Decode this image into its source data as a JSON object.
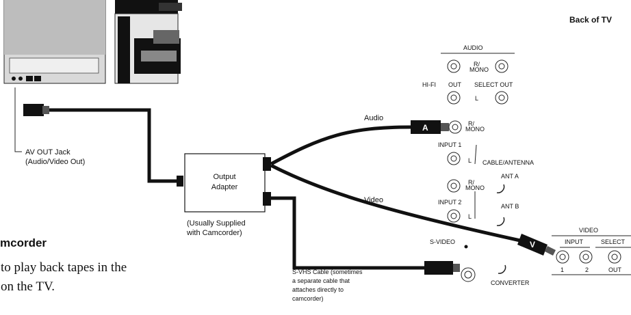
{
  "header": {
    "back_of_tv": "Back of TV"
  },
  "camcorder": {
    "av_out_line1": "AV OUT Jack",
    "av_out_line2": "(Audio/Video Out)"
  },
  "adapter": {
    "line1": "Output",
    "line2": "Adapter",
    "note_line1": "(Usually Supplied",
    "note_line2": "with Camcorder)"
  },
  "cables": {
    "audio": "Audio",
    "video": "Video",
    "audio_plug": "A",
    "video_plug": "V",
    "svhs_line1": "S-VHS Cable (sometimes",
    "svhs_line2": "a separate cable that",
    "svhs_line3": "attaches directly to",
    "svhs_line4": "camcorder)"
  },
  "tv_panel": {
    "audio": "AUDIO",
    "r_mono": "R/",
    "mono": "MONO",
    "hifi": "HI-FI",
    "out": "OUT",
    "select_out": "SELECT OUT",
    "l": "L",
    "input1": "INPUT 1",
    "input2": "INPUT 2",
    "cable_antenna": "CABLE/ANTENNA",
    "ant_a": "ANT A",
    "ant_b": "ANT B",
    "svideo": "S-VIDEO",
    "converter": "CONVERTER",
    "video": "VIDEO",
    "input": "INPUT",
    "select": "SELECT",
    "one": "1",
    "two": "2",
    "out2": "OUT"
  },
  "body_text": {
    "heading": "mcorder",
    "line1": "to play back tapes in the",
    "line2": "on the TV."
  }
}
